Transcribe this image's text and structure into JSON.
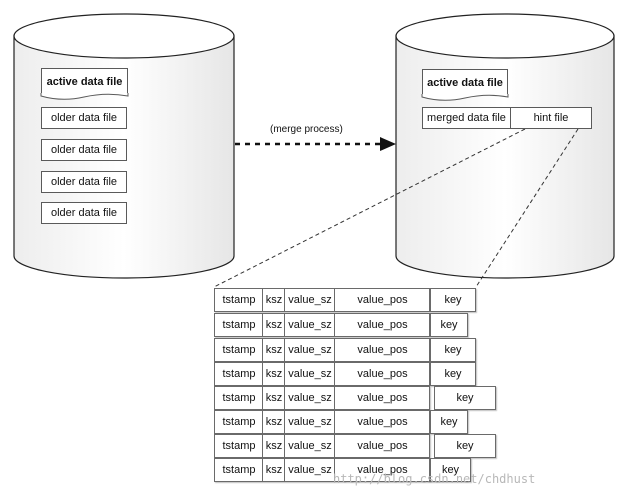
{
  "left_db": {
    "active_label": "active data file",
    "older_files": [
      "older data file",
      "older data file",
      "older data file",
      "older data file"
    ]
  },
  "merge_label": "(merge process)",
  "right_db": {
    "active_label": "active data file",
    "merged_label": "merged data file",
    "hint_label": "hint file"
  },
  "hint_table": {
    "columns": [
      "tstamp",
      "ksz",
      "value_sz",
      "value_pos",
      "key"
    ],
    "rows": [
      [
        "tstamp",
        "ksz",
        "value_sz",
        "value_pos",
        "key"
      ],
      [
        "tstamp",
        "ksz",
        "value_sz",
        "value_pos",
        "key"
      ],
      [
        "tstamp",
        "ksz",
        "value_sz",
        "value_pos",
        "key"
      ],
      [
        "tstamp",
        "ksz",
        "value_sz",
        "value_pos",
        "key"
      ],
      [
        "tstamp",
        "ksz",
        "value_sz",
        "value_pos",
        "key"
      ],
      [
        "tstamp",
        "ksz",
        "value_sz",
        "value_pos",
        "key"
      ],
      [
        "tstamp",
        "ksz",
        "value_sz",
        "value_pos",
        "key"
      ],
      [
        "tstamp",
        "ksz",
        "value_sz",
        "value_pos",
        "key"
      ]
    ]
  },
  "watermark": "http://blog.csdn.net/chdhust"
}
